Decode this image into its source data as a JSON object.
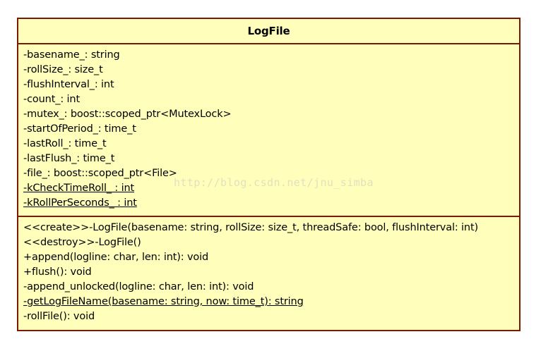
{
  "diagram": {
    "type": "uml-class-diagram",
    "watermark": "http://blog.csdn.net/jnu_simba",
    "colors": {
      "fill": "#ffffbb",
      "border": "#7b1a00",
      "text": "#000000",
      "watermark": "#e3e0c0",
      "canvas": "#ffffff"
    }
  },
  "uml_class": {
    "name": "LogFile",
    "attributes": [
      {
        "text": "-basename_: string",
        "static": false
      },
      {
        "text": "-rollSize_: size_t",
        "static": false
      },
      {
        "text": "-flushInterval_: int",
        "static": false
      },
      {
        "text": "-count_: int",
        "static": false
      },
      {
        "text": "-mutex_: boost::scoped_ptr<MutexLock>",
        "static": false
      },
      {
        "text": "-startOfPeriod_: time_t",
        "static": false
      },
      {
        "text": "-lastRoll_: time_t",
        "static": false
      },
      {
        "text": "-lastFlush_: time_t",
        "static": false
      },
      {
        "text": "-file_: boost::scoped_ptr<File>",
        "static": false
      },
      {
        "text": "-kCheckTimeRoll_ : int",
        "static": true
      },
      {
        "text": "-kRollPerSeconds_ : int",
        "static": true
      }
    ],
    "operations": [
      {
        "text": "<<create>>-LogFile(basename: string, rollSize: size_t, threadSafe: bool, flushInterval: int)",
        "static": false
      },
      {
        "text": "<<destroy>>-LogFile()",
        "static": false
      },
      {
        "text": "+append(logline: char, len: int): void",
        "static": false
      },
      {
        "text": "+flush(): void",
        "static": false
      },
      {
        "text": "-append_unlocked(logline: char, len: int): void",
        "static": false
      },
      {
        "text": "-getLogFileName(basename: string, now: time_t): string",
        "static": true
      },
      {
        "text": "-rollFile(): void",
        "static": false
      }
    ]
  }
}
